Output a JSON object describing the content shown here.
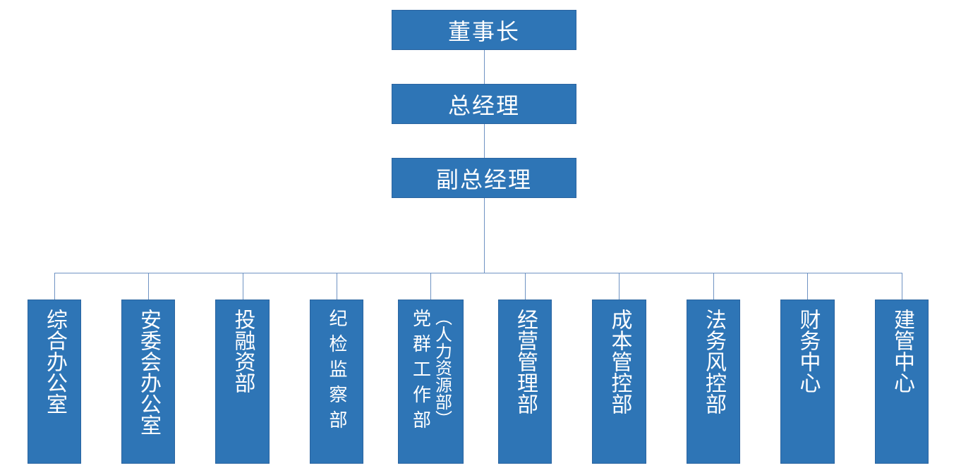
{
  "chairman": "董事长",
  "general_manager": "总经理",
  "deputy_general_manager": "副总经理",
  "departments": [
    "综合办公室",
    "安委会办公室",
    "投融资部",
    "纪检监察部",
    "党群工作部",
    "（人力资源部）",
    "经营管理部",
    "成本管控部",
    "法务风控部",
    "财务中心",
    "建管中心"
  ]
}
